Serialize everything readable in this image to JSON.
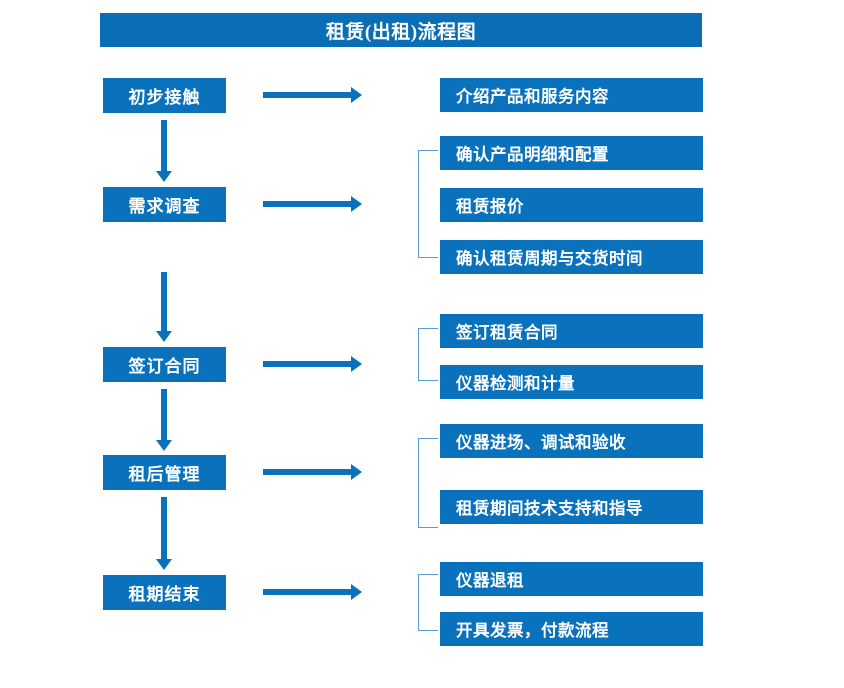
{
  "document": {
    "title": "租赁(出租)流程图",
    "accent_color": "#0a72bd",
    "title_bar_color": "#0a6eb6",
    "bracket_color": "#5b9bd5",
    "background_color": "#ffffff"
  },
  "flow": {
    "stages": [
      {
        "label": "初步接触"
      },
      {
        "label": "需求调查"
      },
      {
        "label": "签订合同"
      },
      {
        "label": "租后管理"
      },
      {
        "label": "租期结束"
      }
    ],
    "details": [
      {
        "label": "介绍产品和服务内容"
      },
      {
        "label": "确认产品明细和配置"
      },
      {
        "label": "租赁报价"
      },
      {
        "label": "确认租赁周期与交货时间"
      },
      {
        "label": "签订租赁合同"
      },
      {
        "label": "仪器检测和计量"
      },
      {
        "label": "仪器进场、调试和验收"
      },
      {
        "label": "租赁期间技术支持和指导"
      },
      {
        "label": "仪器退租"
      },
      {
        "label": "开具发票，付款流程"
      }
    ],
    "groups": [
      {
        "stage": "需求调查",
        "members": [
          "确认产品明细和配置",
          "租赁报价",
          "确认租赁周期与交货时间"
        ]
      },
      {
        "stage": "签订合同",
        "members": [
          "签订租赁合同",
          "仪器检测和计量"
        ]
      },
      {
        "stage": "租后管理",
        "members": [
          "仪器进场、调试和验收",
          "租赁期间技术支持和指导"
        ]
      },
      {
        "stage": "租期结束",
        "members": [
          "仪器退租",
          "开具发票，付款流程"
        ]
      }
    ],
    "connectors": {
      "vertical_arrow_count": 4,
      "horizontal_arrow_count": 5
    }
  }
}
